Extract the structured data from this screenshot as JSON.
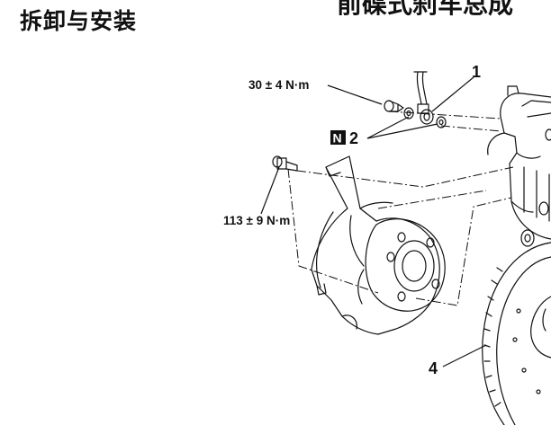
{
  "section_heading": "拆卸与安装",
  "top_title_partial": "前碟式刹车总成",
  "callouts": {
    "torque_upper": "30 ± 4 N·m",
    "torque_lower": "113 ± 9 N·m",
    "part_1": "1",
    "part_2_badge": "N",
    "part_2": "2",
    "part_4": "4"
  }
}
